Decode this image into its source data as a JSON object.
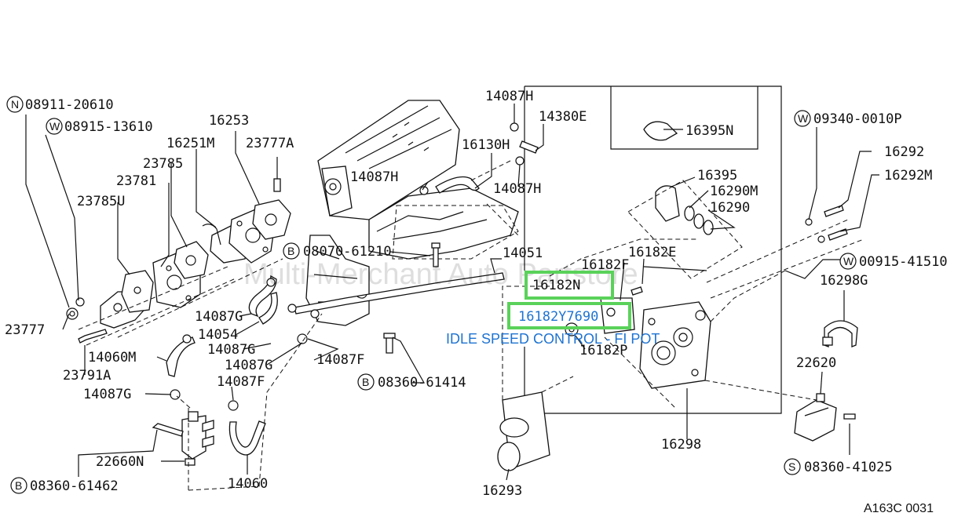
{
  "diagram": {
    "watermark": "Multi-Merchant Auto Partstore",
    "caption": "IDLE SPEED CONTROL - FI POT",
    "reference": "A163C 0031",
    "highlight_color": "#5ad25a",
    "caption_color": "#1e73d2",
    "highlighted_parts": [
      {
        "id": "hl-1",
        "label": "16182N"
      },
      {
        "id": "hl-2",
        "label": "16182Y7690"
      }
    ],
    "labels": [
      {
        "id": "l1",
        "text": "08911-20610",
        "prefix": "N"
      },
      {
        "id": "l2",
        "text": "08915-13610",
        "prefix": "W"
      },
      {
        "id": "l3",
        "text": "16253"
      },
      {
        "id": "l4",
        "text": "16251M"
      },
      {
        "id": "l5",
        "text": "23777A"
      },
      {
        "id": "l6",
        "text": "23785"
      },
      {
        "id": "l7",
        "text": "23781"
      },
      {
        "id": "l8",
        "text": "23785U"
      },
      {
        "id": "l9",
        "text": "14087H"
      },
      {
        "id": "l10",
        "text": "14087H"
      },
      {
        "id": "l11",
        "text": "14380E"
      },
      {
        "id": "l12",
        "text": "16130H"
      },
      {
        "id": "l13",
        "text": "14087H"
      },
      {
        "id": "l14",
        "text": "16395N"
      },
      {
        "id": "l15",
        "text": "09340-0010P",
        "prefix": "W"
      },
      {
        "id": "l16",
        "text": "16292"
      },
      {
        "id": "l17",
        "text": "16292M"
      },
      {
        "id": "l18",
        "text": "16395"
      },
      {
        "id": "l19",
        "text": "16290M"
      },
      {
        "id": "l20",
        "text": "16290"
      },
      {
        "id": "l21",
        "text": "08070-61210",
        "prefix": "B"
      },
      {
        "id": "l22",
        "text": "14051"
      },
      {
        "id": "l23",
        "text": "16182F"
      },
      {
        "id": "l24",
        "text": "16182E"
      },
      {
        "id": "l25",
        "text": "00915-41510",
        "prefix": "W"
      },
      {
        "id": "l26",
        "text": "16298G"
      },
      {
        "id": "l27",
        "text": "23777"
      },
      {
        "id": "l28",
        "text": "14087G"
      },
      {
        "id": "l29",
        "text": "14054"
      },
      {
        "id": "l30",
        "text": "14087G"
      },
      {
        "id": "l31",
        "text": "14060M"
      },
      {
        "id": "l32",
        "text": "14087G"
      },
      {
        "id": "l33",
        "text": "14087F"
      },
      {
        "id": "l34",
        "text": "16182P"
      },
      {
        "id": "l35",
        "text": "23791A"
      },
      {
        "id": "l36",
        "text": "14087F"
      },
      {
        "id": "l37",
        "text": "08360-61414",
        "prefix": "B"
      },
      {
        "id": "l38",
        "text": "22620"
      },
      {
        "id": "l39",
        "text": "14087G"
      },
      {
        "id": "l40",
        "text": "16298"
      },
      {
        "id": "l41",
        "text": "22660N"
      },
      {
        "id": "l42",
        "text": "08360-41025",
        "prefix": "S"
      },
      {
        "id": "l43",
        "text": "08360-61462",
        "prefix": "B"
      },
      {
        "id": "l44",
        "text": "14060"
      },
      {
        "id": "l45",
        "text": "16293"
      }
    ]
  }
}
